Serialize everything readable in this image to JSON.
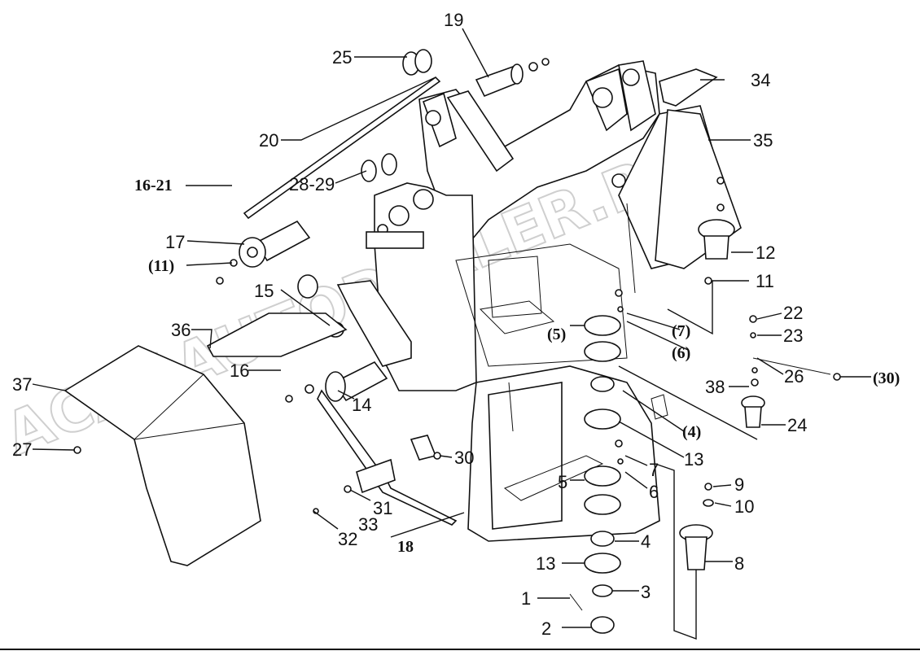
{
  "watermark": "ACAT.AUTODEALER.RU",
  "labels": {
    "l1": "1",
    "l2": "2",
    "l3": "3",
    "l4": "4",
    "l4p": "(4)",
    "l5": "5",
    "l5p": "(5)",
    "l6": "6",
    "l6p": "(6)",
    "l7": "7",
    "l7p": "(7)",
    "l8": "8",
    "l9": "9",
    "l10": "10",
    "l11": "11",
    "l11p": "(11)",
    "l12": "12",
    "l13a": "13",
    "l13b": "13",
    "l14": "14",
    "l15": "15",
    "l16": "16",
    "l1621": "16-21",
    "l17": "17",
    "l18": "18",
    "l19": "19",
    "l20": "20",
    "l22": "22",
    "l23": "23",
    "l24": "24",
    "l25": "25",
    "l26": "26",
    "l27": "27",
    "l2829": "28-29",
    "l30": "30",
    "l30p": "(30)",
    "l31": "31",
    "l32": "32",
    "l33": "33",
    "l34": "34",
    "l35": "35",
    "l36": "36",
    "l37": "37",
    "l38": "38"
  },
  "colors": {
    "ink": "#111111",
    "watermark": "#cfcfcf",
    "background": "#ffffff"
  }
}
